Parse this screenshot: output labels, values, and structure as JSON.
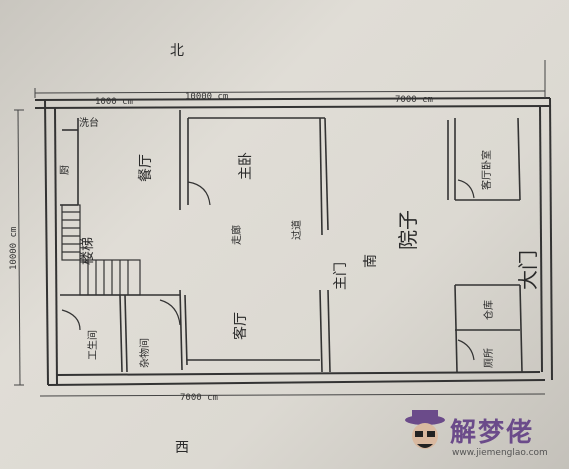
{
  "compass": {
    "north": "北",
    "south": "西"
  },
  "dimensions": {
    "top_left": "1000 cm",
    "top_mid": "10000 cm",
    "top_right": "7000 cm",
    "left": "10000 cm",
    "bottom": "7000 cm"
  },
  "rooms": {
    "shower": "洗台",
    "dining": "厨",
    "kitchen_label": "餐厅",
    "master_bedroom": "主卧",
    "stairs": "楼梯",
    "utility": "工生间",
    "storage": "杂物间",
    "living": "客厅",
    "guest_bedroom": "客厅卧室",
    "bathroom": "厕所",
    "warehouse": "仓库",
    "main_gate": "主门",
    "south": "南",
    "courtyard": "院子",
    "big_gate": "大门",
    "corridor": "走廊",
    "walkway": "过道"
  },
  "watermark": {
    "text": "解梦佬",
    "url": "www.jiemenglao.com"
  }
}
